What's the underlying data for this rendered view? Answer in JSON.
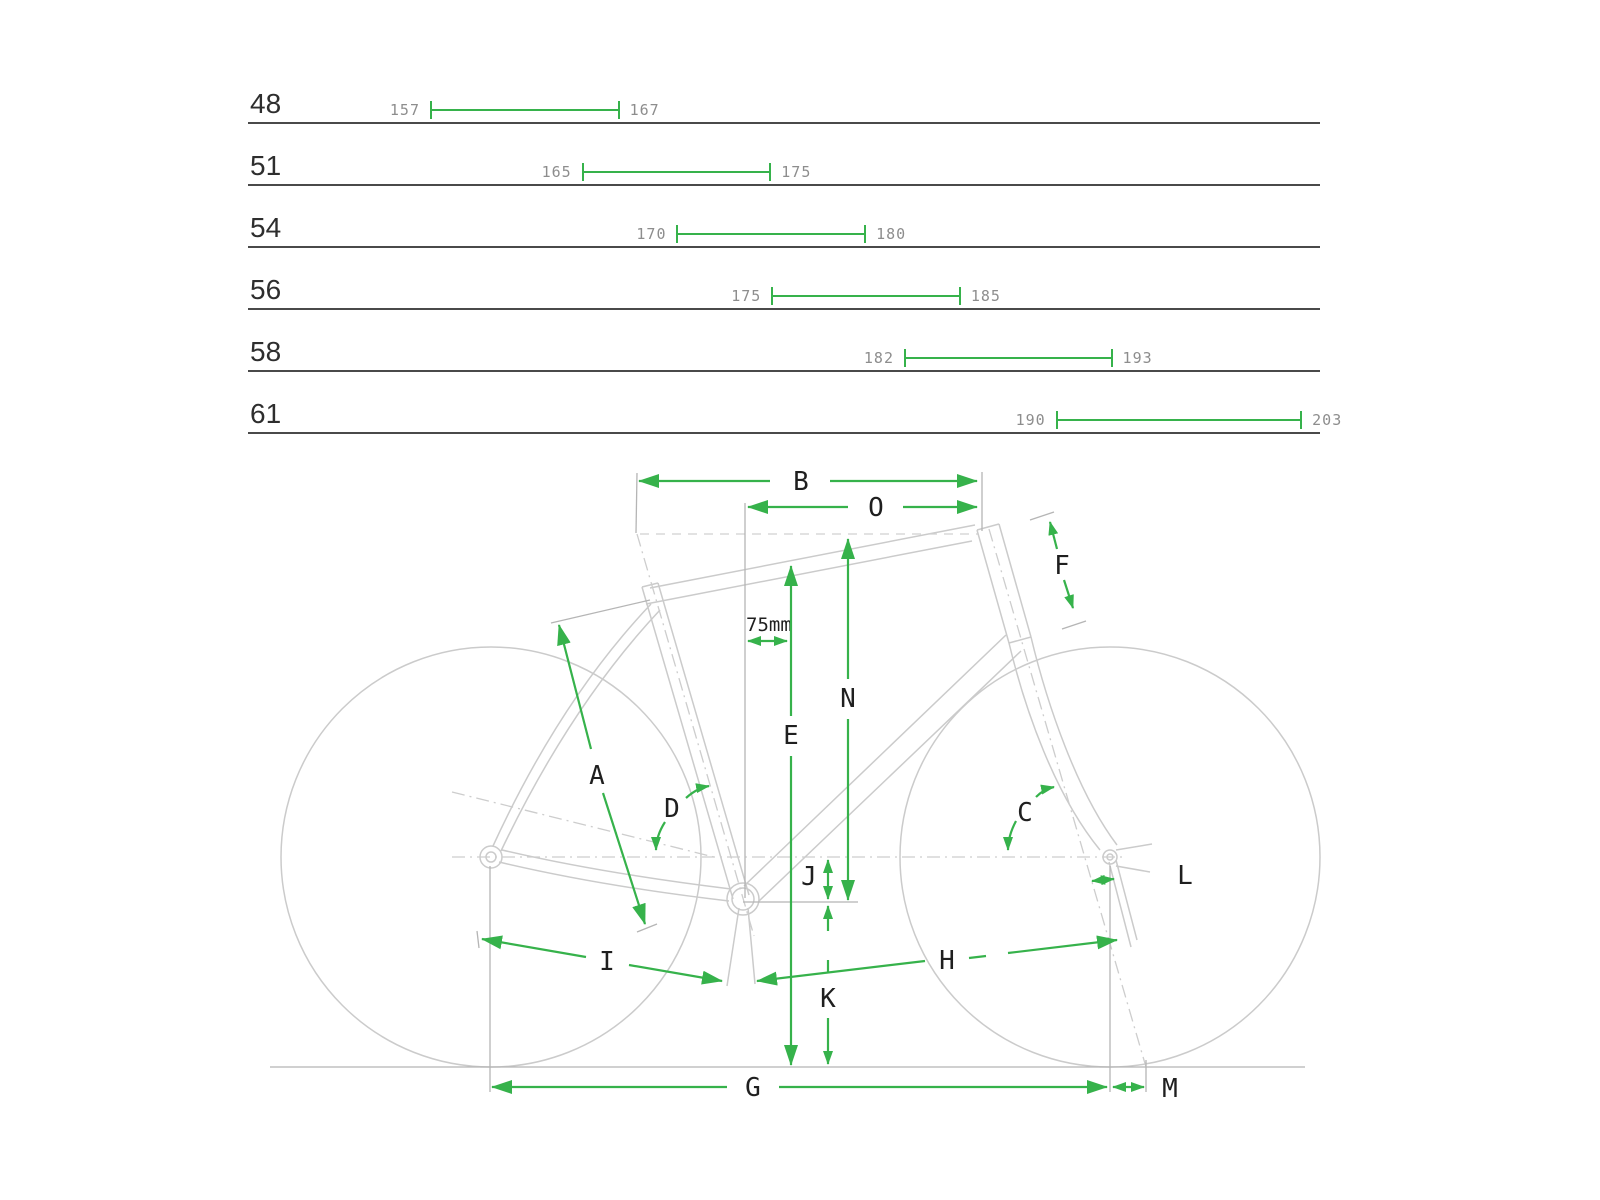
{
  "colors": {
    "accent_green": "#36b24b",
    "rule_dark_gray": "#4a4a4a",
    "range_number_gray": "#8d8d8d",
    "size_text_dark": "#2e2e2e",
    "frame_light_gray": "#cbcbcb",
    "label_dark": "#1f1f1f"
  },
  "size_chart": {
    "rows": [
      {
        "size": "48",
        "height_min": 157,
        "height_max": 167
      },
      {
        "size": "51",
        "height_min": 165,
        "height_max": 175
      },
      {
        "size": "54",
        "height_min": 170,
        "height_max": 180
      },
      {
        "size": "56",
        "height_min": 175,
        "height_max": 185
      },
      {
        "size": "58",
        "height_min": 182,
        "height_max": 193
      },
      {
        "size": "61",
        "height_min": 190,
        "height_max": 203
      }
    ]
  },
  "diagram": {
    "standover_offset_label": "75mm",
    "labels": {
      "A": "A",
      "B": "B",
      "C": "C",
      "D": "D",
      "E": "E",
      "F": "F",
      "G": "G",
      "H": "H",
      "I": "I",
      "J": "J",
      "K": "K",
      "L": "L",
      "M": "M",
      "N": "N",
      "O": "O"
    }
  }
}
